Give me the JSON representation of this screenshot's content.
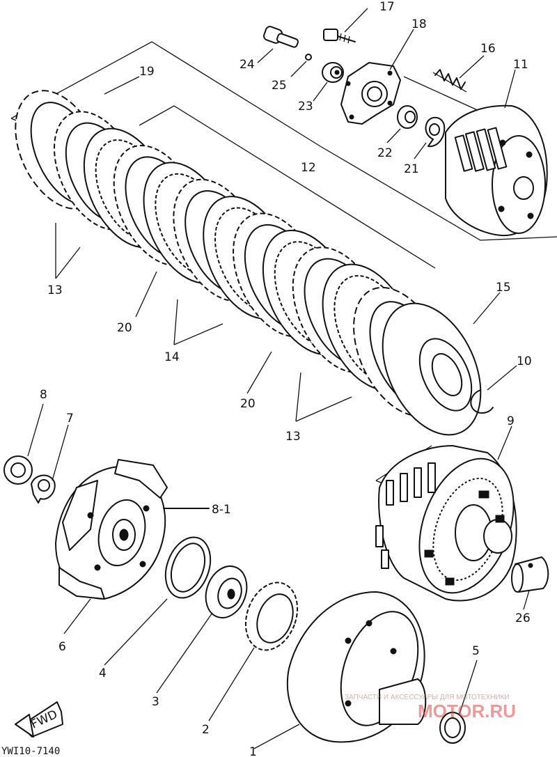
{
  "diagram": {
    "callouts": [
      "17",
      "18",
      "16",
      "11",
      "24",
      "25",
      "23",
      "22",
      "21",
      "19",
      "12",
      "13",
      "20",
      "14",
      "20",
      "15",
      "10",
      "13",
      "9",
      "8",
      "7",
      "8-1",
      "6",
      "4",
      "3",
      "2",
      "1",
      "5",
      "26"
    ],
    "fwd_label": "FWD",
    "drawing_code": "YWI10-7140",
    "watermark": {
      "line1": "ЗАПЧАСТИ И АКСЕССУАРЫ ДЛЯ МОТОТЕХНИКИ",
      "line2": "MOTOR.RU",
      "color": "#d64b4b"
    }
  }
}
